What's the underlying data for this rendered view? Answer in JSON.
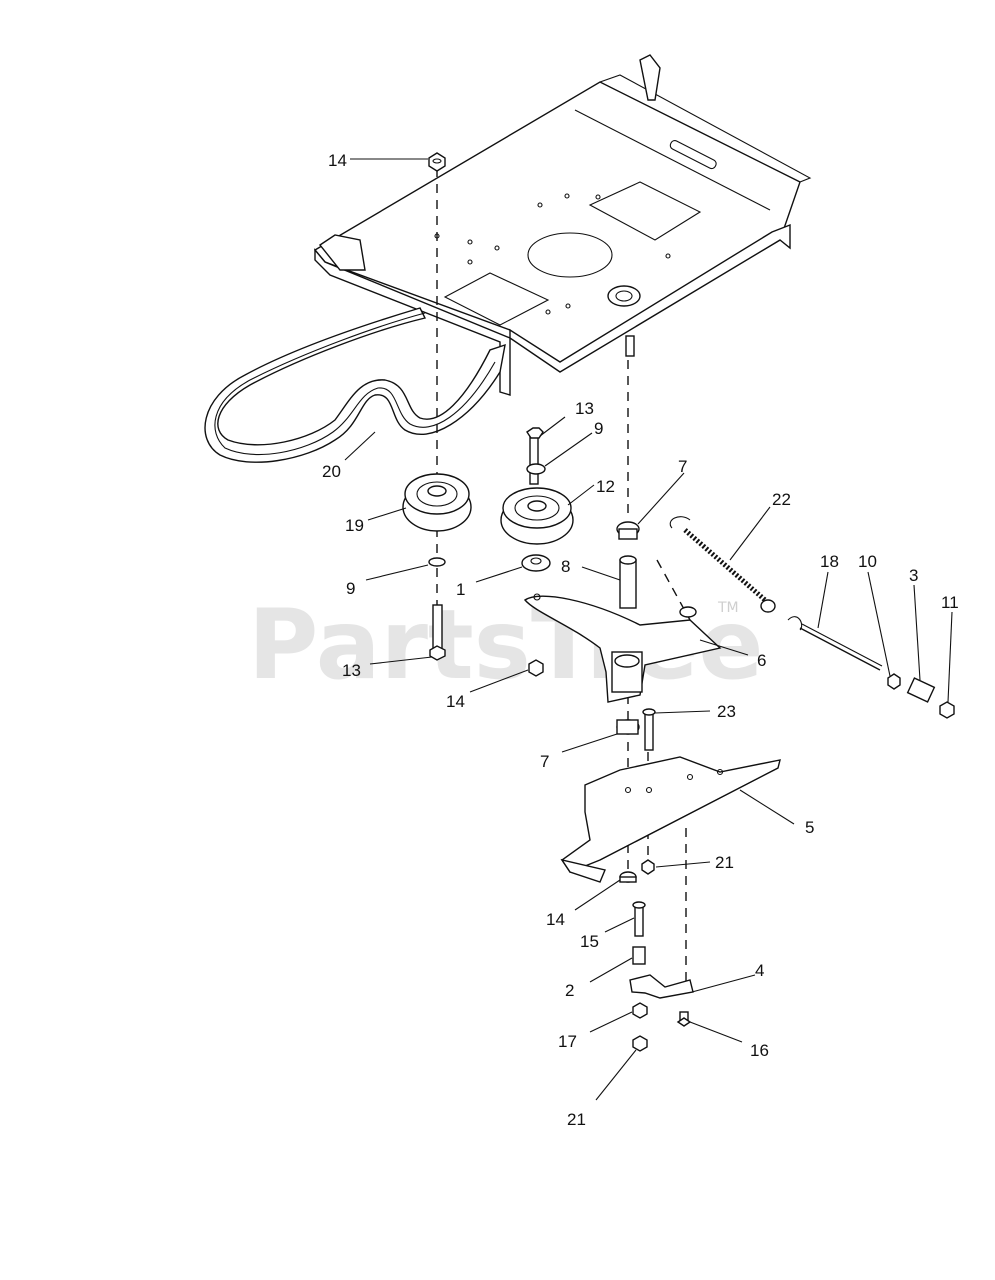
{
  "watermark": {
    "text": "PartsTree",
    "trademark": "TM"
  },
  "callouts": [
    {
      "id": "c14a",
      "text": "14"
    },
    {
      "id": "c13a",
      "text": "13"
    },
    {
      "id": "c9a",
      "text": "9"
    },
    {
      "id": "c20",
      "text": "20"
    },
    {
      "id": "c7a",
      "text": "7"
    },
    {
      "id": "c22",
      "text": "22"
    },
    {
      "id": "c12",
      "text": "12"
    },
    {
      "id": "c19",
      "text": "19"
    },
    {
      "id": "c18",
      "text": "18"
    },
    {
      "id": "c10",
      "text": "10"
    },
    {
      "id": "c3",
      "text": "3"
    },
    {
      "id": "c11",
      "text": "11"
    },
    {
      "id": "c9b",
      "text": "9"
    },
    {
      "id": "c1",
      "text": "1"
    },
    {
      "id": "c8",
      "text": "8"
    },
    {
      "id": "c6",
      "text": "6"
    },
    {
      "id": "c13b",
      "text": "13"
    },
    {
      "id": "c14b",
      "text": "14"
    },
    {
      "id": "c23",
      "text": "23"
    },
    {
      "id": "c7b",
      "text": "7"
    },
    {
      "id": "c5",
      "text": "5"
    },
    {
      "id": "c21a",
      "text": "21"
    },
    {
      "id": "c14c",
      "text": "14"
    },
    {
      "id": "c15",
      "text": "15"
    },
    {
      "id": "c4",
      "text": "4"
    },
    {
      "id": "c2",
      "text": "2"
    },
    {
      "id": "c17",
      "text": "17"
    },
    {
      "id": "c16",
      "text": "16"
    },
    {
      "id": "c21b",
      "text": "21"
    }
  ]
}
